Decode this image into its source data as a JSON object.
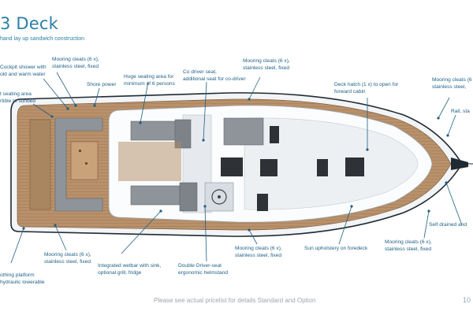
{
  "header": {
    "title": "3 Deck",
    "subtitle": "hand lay up sandwich construction"
  },
  "callouts": [
    {
      "id": "cockpit-shower",
      "text": "Cockpit shower with\nold and warm water"
    },
    {
      "id": "mooring-cleats-top-left",
      "text": "Mooring cleats (6 x),\nstainless steel, fixed"
    },
    {
      "id": "shore-power",
      "text": "Shore power"
    },
    {
      "id": "seating-area-sunbed",
      "text": "t seating area\nrtible to sunbed"
    },
    {
      "id": "huge-seating-area",
      "text": "Huge seating area for\nminimum of 6 persons"
    },
    {
      "id": "co-driver-seat",
      "text": "Co driver seat,\nadditional seat for co-driver"
    },
    {
      "id": "mooring-cleats-top-center",
      "text": "Mooring cleats (6 x),\nstainless steel, fixed"
    },
    {
      "id": "deck-hatch",
      "text": "Deck hatch (1 x) to open for\nforward cabin"
    },
    {
      "id": "mooring-cleats-top-right",
      "text": "Mooring cleats (6\nstainless steel,"
    },
    {
      "id": "rail",
      "text": "Rail, sta"
    },
    {
      "id": "self-drained",
      "text": "Self drained and"
    },
    {
      "id": "mooring-cleats-bottom-right",
      "text": "Mooring cleats (6 x),\nstainless steel, fixed"
    },
    {
      "id": "sun-upholstery",
      "text": "Sun upholstery on foredeck"
    },
    {
      "id": "mooring-cleats-bottom-center",
      "text": "Mooring cleats (6 x),\nstainless steel, fixed"
    },
    {
      "id": "double-driver-seat",
      "text": "Double Driver-seat\nergonomic helmstand"
    },
    {
      "id": "wetbar",
      "text": "Integrated wetbar with sink,\noptional grill, fridge"
    },
    {
      "id": "mooring-cleats-bottom-left",
      "text": "Mooring cleats (6 x),\nstainless steel, fixed"
    },
    {
      "id": "bathing-platform",
      "text": "othing platform\nhydraulic lowerable"
    }
  ],
  "footer": {
    "note": "Please see actual pricelist for details Standard and Option",
    "page": "10"
  },
  "colors": {
    "accent": "#2a7fa6",
    "label": "#1f5f86",
    "teak": "#b8906a",
    "deck": "#f3f5f7",
    "upholstery": "#8f949a",
    "hatch": "#2e3236"
  }
}
